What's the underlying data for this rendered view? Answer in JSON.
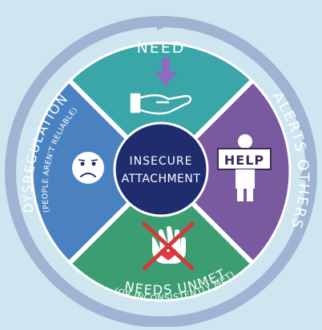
{
  "background_color": "#cfe6f1",
  "ring_color": "#9fb3d2",
  "colors": {
    "top": "#3aa6a8",
    "right": "#7a5a9e",
    "bottom": "#3d9d72",
    "left": "#4a82c1",
    "center": "#1f2d6e",
    "arrow_down": "#8d6bc1",
    "cross": "#d23a3a",
    "heart": "#e23b4a"
  },
  "segments": {
    "top": {
      "label": "NEED",
      "icons": [
        "down-arrow-icon",
        "open-hand-icon"
      ]
    },
    "right": {
      "label": "ALERTS OTHERS",
      "icon": "person-help-sign-icon",
      "sign_text": "HELP"
    },
    "bottom": {
      "line1": "NEEDS UNMET",
      "line2": "(OR INCONSISTENTLY MET)",
      "icon": "crossed-hand-heart-icon"
    },
    "left": {
      "line1": "DYSREGULATION",
      "line2": "(PEOPLE AREN'T RELIABLE)",
      "icon": "sad-face-icon"
    }
  },
  "center": {
    "line1": "INSECURE",
    "line2": "ATTACHMENT"
  }
}
